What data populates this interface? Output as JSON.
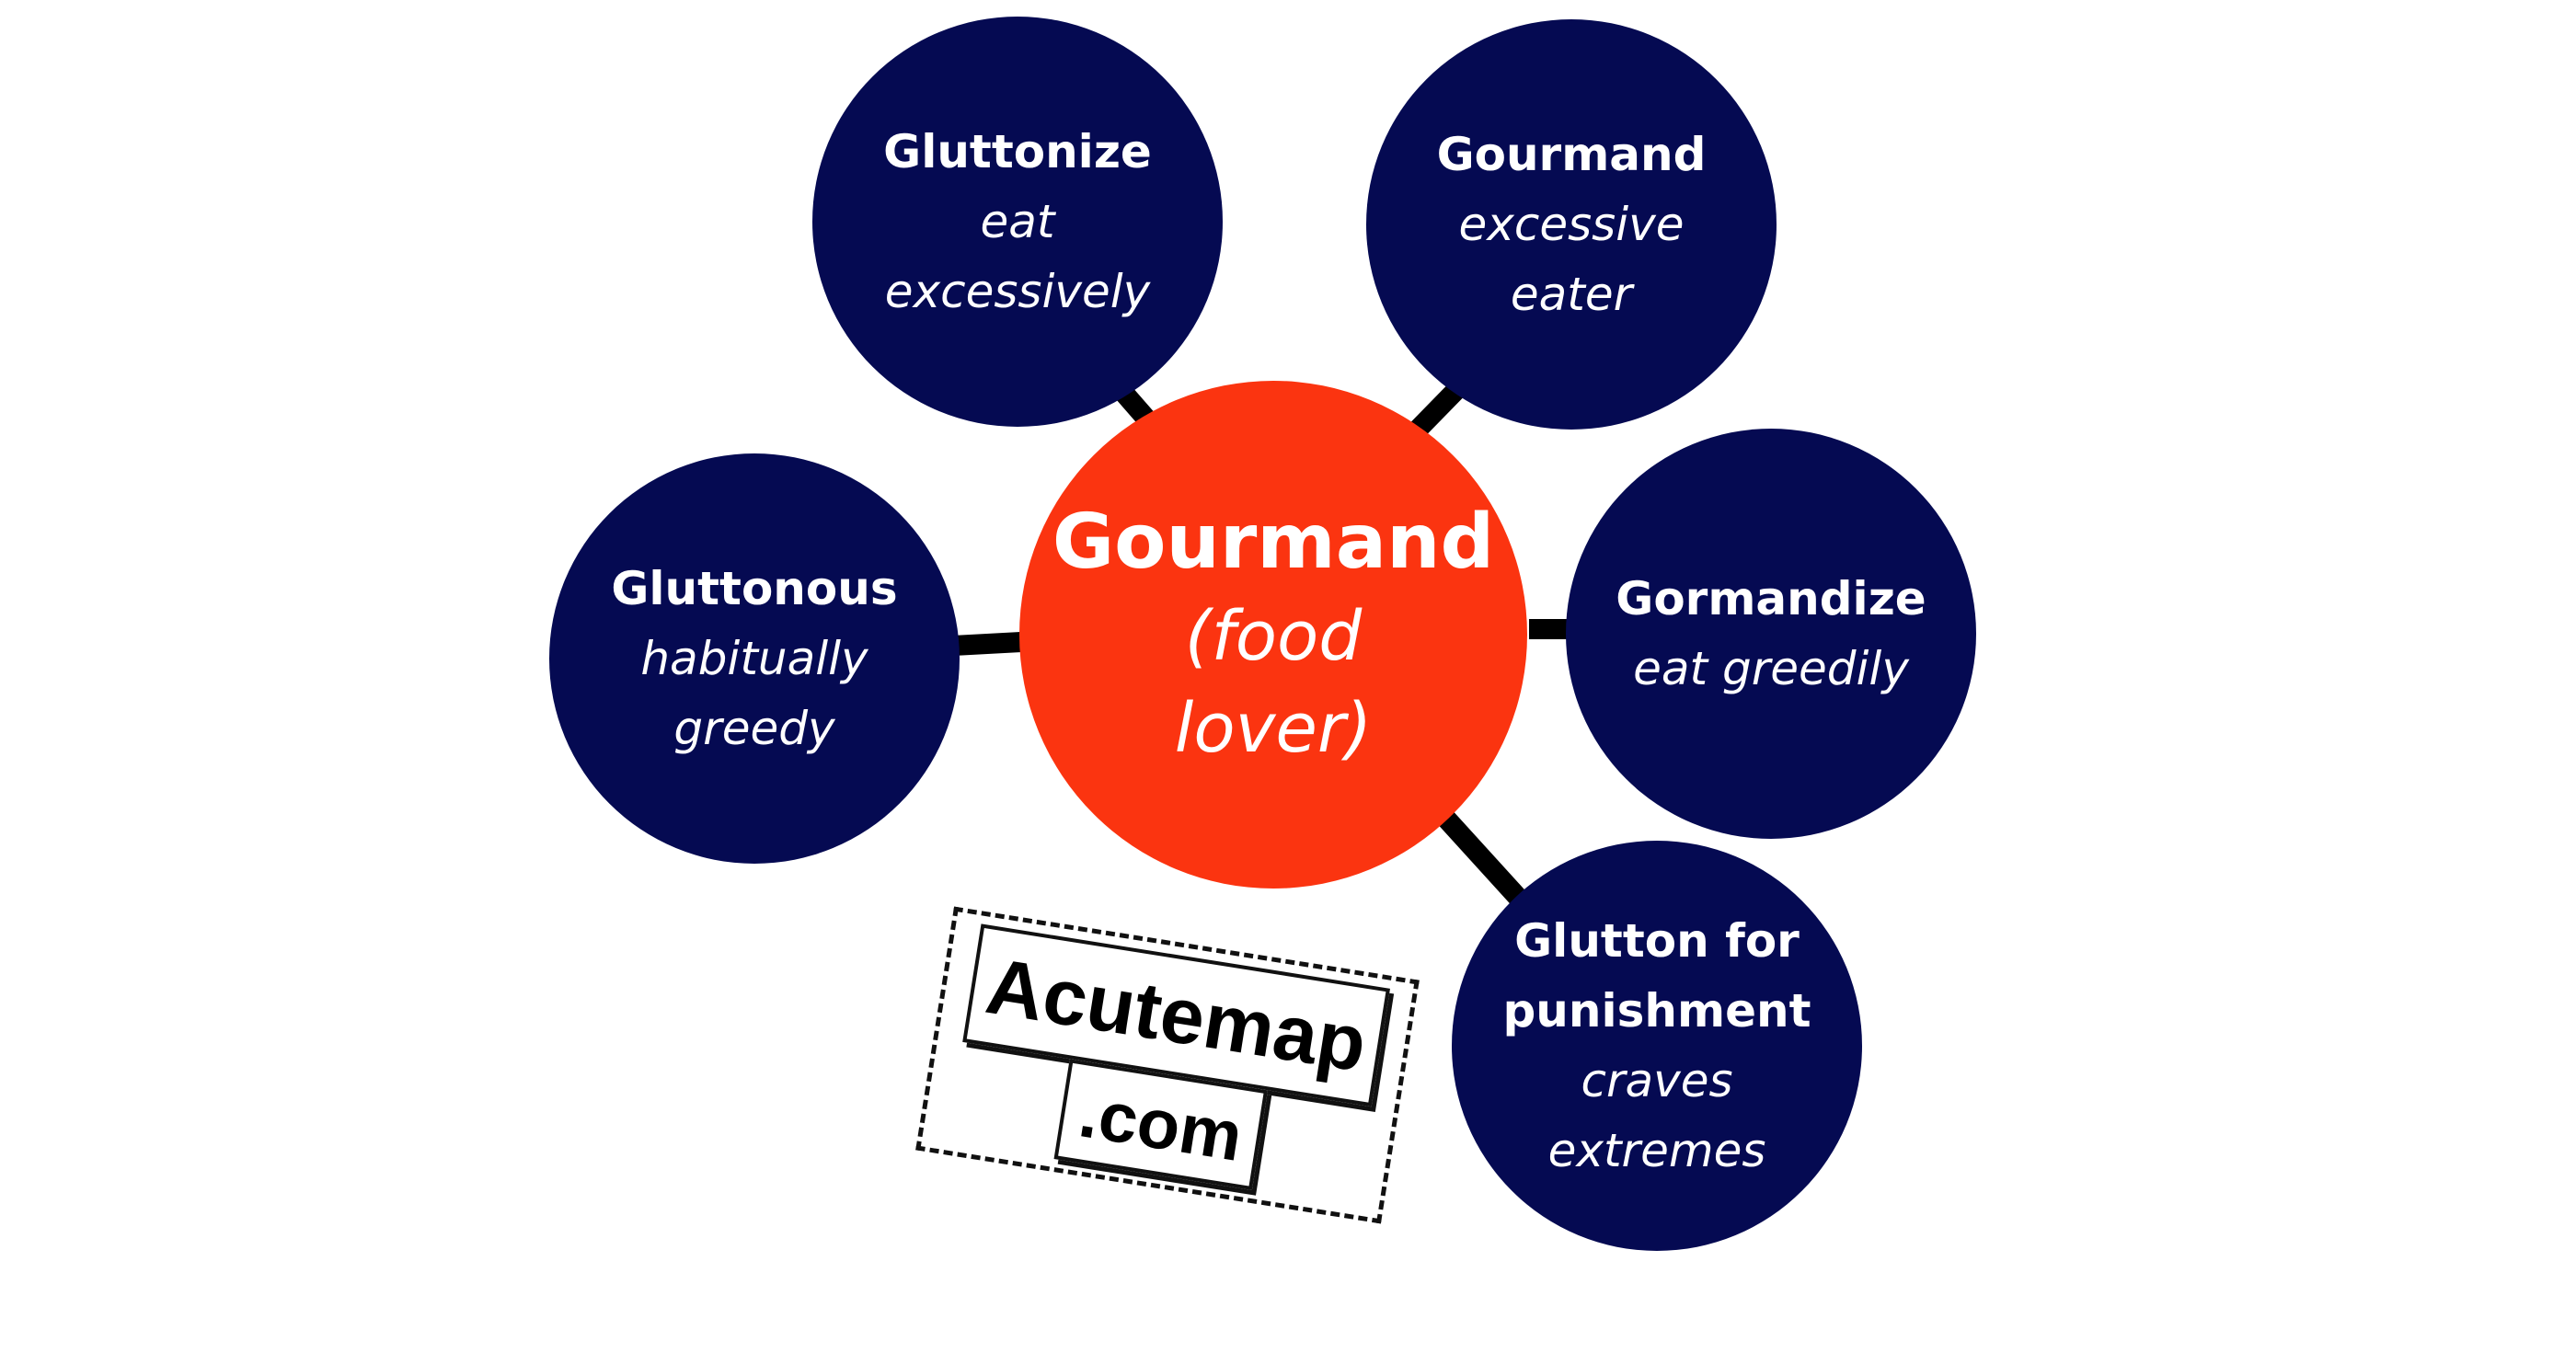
{
  "colors": {
    "satellite_fill": "#050a52",
    "center_fill": "#fb3410",
    "connector": "#000000",
    "text": "#ffffff"
  },
  "center": {
    "title": "Gourmand",
    "subtitle_line1": "(food",
    "subtitle_line2": "lover)"
  },
  "nodes": {
    "gluttonize": {
      "title": "Gluttonize",
      "sub_line1": "eat",
      "sub_line2": "excessively"
    },
    "gourmand": {
      "title": "Gourmand",
      "sub_line1": "excessive",
      "sub_line2": "eater"
    },
    "gluttonous": {
      "title": "Gluttonous",
      "sub_line1": "habitually",
      "sub_line2": "greedy"
    },
    "gormandize": {
      "title": "Gormandize",
      "sub_line1": "eat greedily"
    },
    "glutton_for_punishment": {
      "title_line1": "Glutton for",
      "title_line2": "punishment",
      "sub_line1": "craves",
      "sub_line2": "extremes"
    }
  },
  "watermark": {
    "line1": "Acutemap",
    "line2": ".com"
  }
}
